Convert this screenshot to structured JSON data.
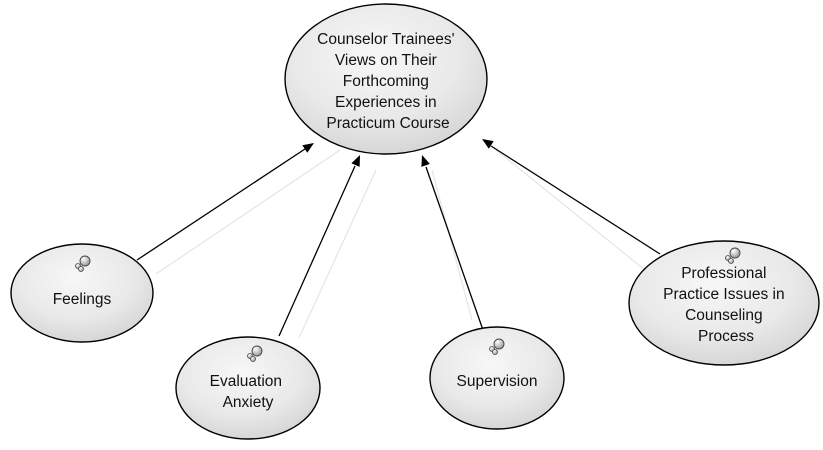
{
  "diagram": {
    "type": "concept-map",
    "central": {
      "id": "central",
      "lines": [
        "Counselor Trainees'",
        "Views on Their",
        "Forthcoming",
        "Experiences in",
        "Practicum Course"
      ]
    },
    "nodes": [
      {
        "id": "feelings",
        "lines": [
          "Feelings"
        ],
        "icon": "code-node-icon"
      },
      {
        "id": "evaluation-anxiety",
        "lines": [
          "Evaluation",
          "Anxiety"
        ],
        "icon": "code-node-icon"
      },
      {
        "id": "supervision",
        "lines": [
          "Supervision"
        ],
        "icon": "code-node-icon"
      },
      {
        "id": "professional-practice",
        "lines": [
          "Professional",
          "Practice Issues in",
          "Counseling",
          "Process"
        ],
        "icon": "code-node-icon"
      }
    ],
    "edges": [
      {
        "from": "feelings",
        "to": "central"
      },
      {
        "from": "evaluation-anxiety",
        "to": "central"
      },
      {
        "from": "supervision",
        "to": "central"
      },
      {
        "from": "professional-practice",
        "to": "central"
      }
    ]
  }
}
